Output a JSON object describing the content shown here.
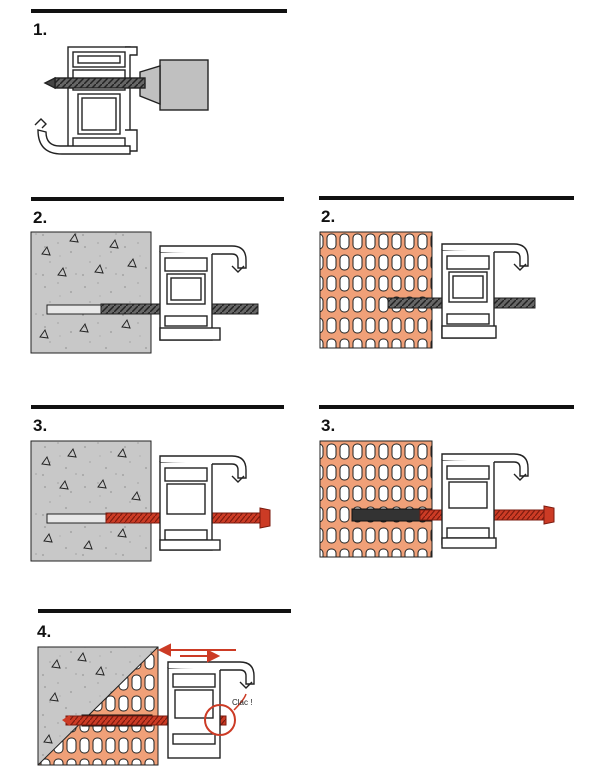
{
  "steps": [
    {
      "label": "1."
    },
    {
      "label": "2."
    },
    {
      "label": "2."
    },
    {
      "label": "3."
    },
    {
      "label": "3."
    },
    {
      "label": "4."
    }
  ],
  "annotation": {
    "clac": "Clac !"
  },
  "colors": {
    "concrete": "#c8c8c8",
    "brick": "#f0a078",
    "anchor_red": "#cc3b25",
    "frame": "#ffffff",
    "outline": "#222222",
    "drill": "#555555"
  }
}
